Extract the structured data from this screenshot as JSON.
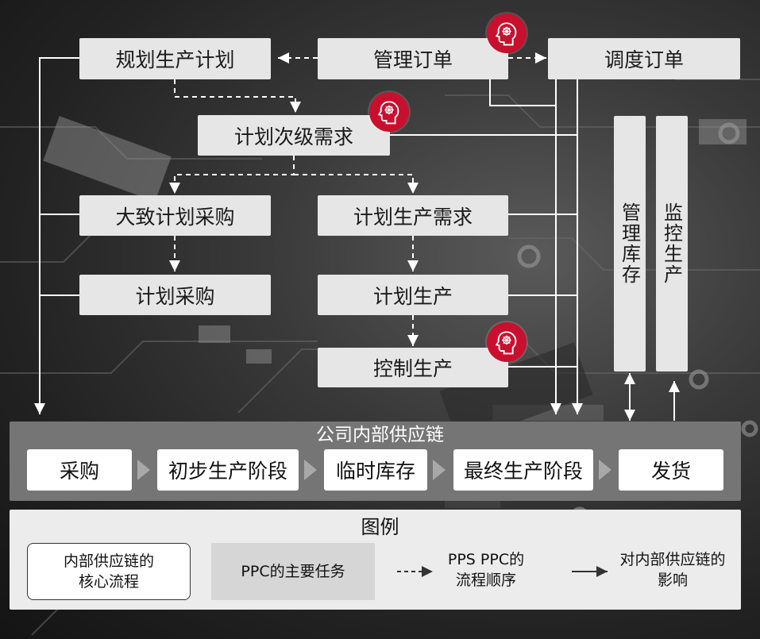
{
  "tasks": {
    "plan_production_plan": "规划生产计划",
    "manage_orders": "管理订单",
    "schedule_orders": "调度订单",
    "plan_secondary_demand": "计划次级需求",
    "rough_procurement_plan": "大致计划采购",
    "plan_production_demand": "计划生产需求",
    "plan_procurement": "计划采购",
    "plan_production": "计划生产",
    "control_production": "控制生产",
    "manage_inventory": "管理库存",
    "monitor_production": "监控生产"
  },
  "supply_chain": {
    "title": "公司内部供应链",
    "steps": [
      "采购",
      "初步生产阶段",
      "临时库存",
      "最终生产阶段",
      "发货"
    ]
  },
  "legend": {
    "title": "图例",
    "core_process_line1": "内部供应链的",
    "core_process_line2": "核心流程",
    "main_tasks": "PPC的主要任务",
    "sequence_line1": "PPS PPC的",
    "sequence_line2": "流程顺序",
    "impact_line1": "对内部供应链的",
    "impact_line2": "影响"
  },
  "colors": {
    "badge": "#c8102e",
    "task_box": "#e6e6e6",
    "chain_band": "#757575"
  },
  "icons": {
    "ai_badge": "ai-head-icon"
  }
}
